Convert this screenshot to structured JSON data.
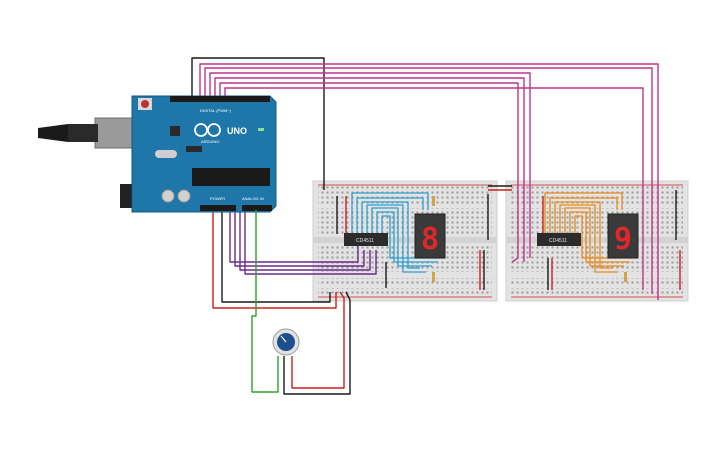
{
  "arduino": {
    "board_label": "UNO",
    "brand_label": "ARDUINO",
    "header_digital": "DIGITAL (PWM~)",
    "header_power": "POWER",
    "header_analog": "ANALOG IN"
  },
  "left_module": {
    "chip_label": "CD4511",
    "digit_value": "8"
  },
  "right_module": {
    "chip_label": "CD4511",
    "digit_value": "9"
  },
  "potentiometer": {
    "knob_color": "#1f4e8c"
  },
  "colors": {
    "board": "#1f76a8",
    "breadboard": "#e6e6e6",
    "wire_black": "#1a1a1a",
    "wire_magenta": "#c0338a",
    "wire_purple": "#6b2a8a",
    "wire_red": "#cc2020",
    "wire_green": "#2aa52a",
    "wire_blue": "#2f9fd0",
    "wire_orange": "#e88a1a"
  }
}
